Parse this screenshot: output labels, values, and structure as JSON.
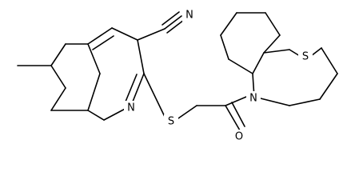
{
  "diagram": {
    "type": "chemical-structure",
    "atom_labels": {
      "nitrile_nitrogen": "N",
      "pyridine_nitrogen": "N",
      "thioether_sulfur": "S",
      "carbonyl_oxygen": "O",
      "phenothiazine_nitrogen": "N",
      "phenothiazine_sulfur": "S"
    }
  }
}
